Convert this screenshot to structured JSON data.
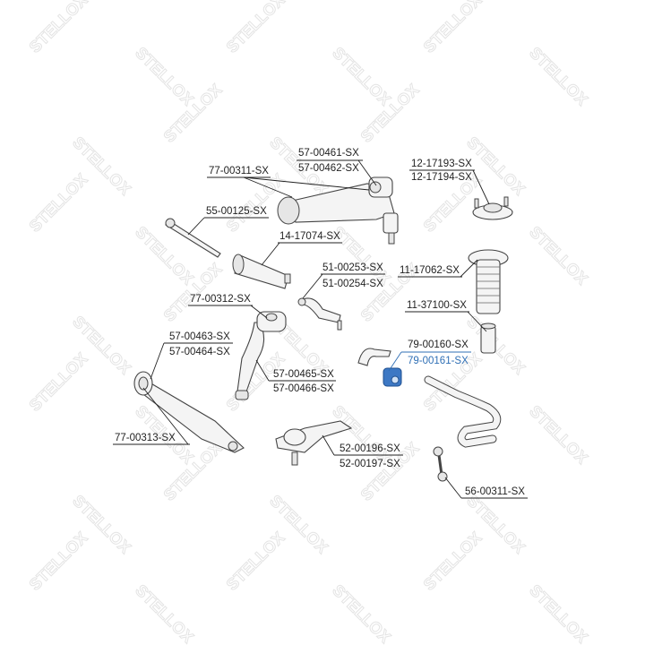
{
  "watermark": "STELLOX",
  "accent_color": "#2f6fb5",
  "labels": {
    "upper_arm_bushing_a": "57-00461-SX",
    "upper_arm_bushing_b": "57-00462-SX",
    "upper_arm": "77-00311-SX",
    "strut_mount_a": "12-17193-SX",
    "strut_mount_b": "12-17194-SX",
    "tie_rod": "55-00125-SX",
    "steering_boot": "14-17074-SX",
    "tie_rod_end_a": "51-00253-SX",
    "tie_rod_end_b": "51-00254-SX",
    "shock_boot": "11-17062-SX",
    "arm_77_00312": "77-00312-SX",
    "bump_stop": "11-37100-SX",
    "lower_arm_bushing_a": "57-00463-SX",
    "lower_arm_bushing_b": "57-00464-SX",
    "stabilizer_bushing_a": "79-00160-SX",
    "stabilizer_bushing_b": "79-00161-SX",
    "arm_bushing_c": "57-00465-SX",
    "arm_bushing_d": "57-00466-SX",
    "lower_arm": "77-00313-SX",
    "ball_joint_a": "52-00196-SX",
    "ball_joint_b": "52-00197-SX",
    "stabilizer_link": "56-00311-SX"
  }
}
